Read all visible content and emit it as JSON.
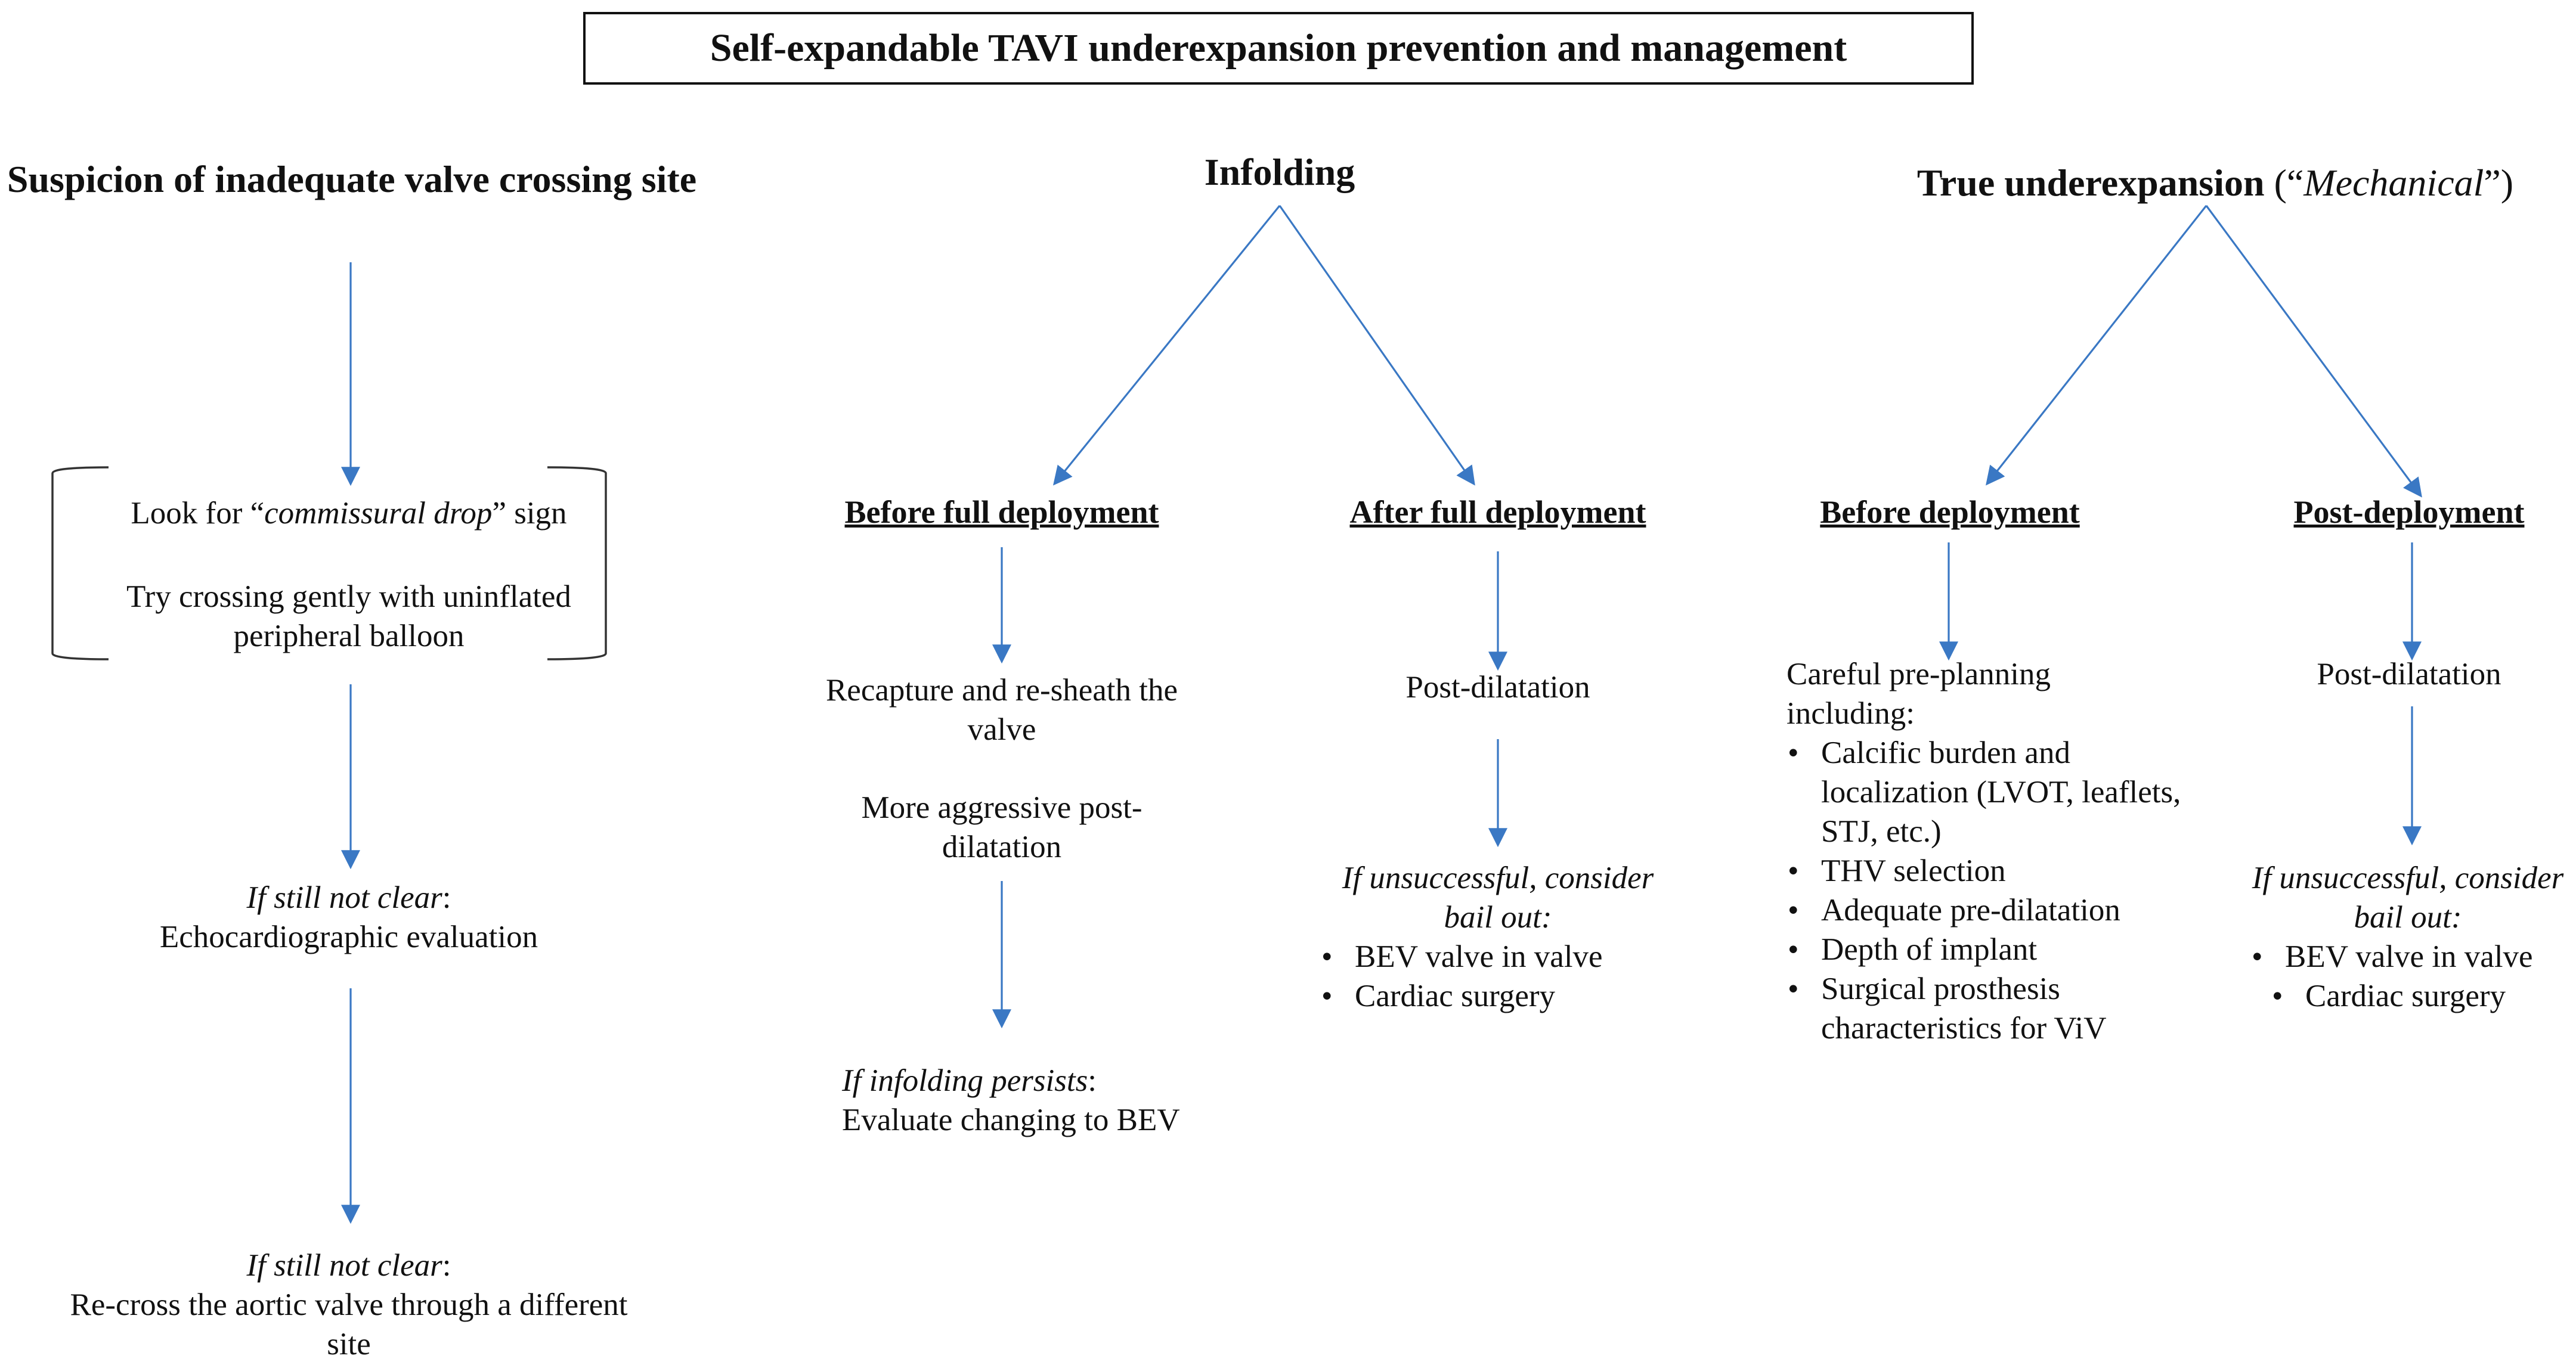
{
  "title": "Self-expandable TAVI underexpansion prevention and management",
  "col1": {
    "header": "Suspicion of inadequate valve crossing site",
    "box_line1_a": "Look for “",
    "box_line1_em": "commissural drop",
    "box_line1_b": "” sign",
    "box_line2": "Try crossing gently with uninflated peripheral balloon",
    "step2_cond": "If still not clear",
    "step2_text": "Echocardiographic evaluation",
    "step3_cond": "If still not clear",
    "step3_text": "Re-cross the aortic valve through a different site"
  },
  "col2": {
    "header": "Infolding",
    "left_sub": "Before full deployment",
    "left_text1": "Recapture and re-sheath the valve",
    "left_text2": "More aggressive post-dilatation",
    "left_cond": "If infolding persists",
    "left_text3": "Evaluate changing to BEV",
    "right_sub": "After full deployment",
    "right_text1": "Post-dilatation",
    "right_cond": "If unsuccessful, consider bail out:",
    "right_bullets": [
      "BEV valve in valve",
      "Cardiac surgery"
    ]
  },
  "col3": {
    "header_bold": "True underexpansion",
    "header_q1": " (“",
    "header_em": "Mechanical",
    "header_q2": "”)",
    "left_sub": "Before deployment",
    "left_intro": "Careful pre-planning including:",
    "left_bullets": [
      "Calcific burden and localization (LVOT, leaflets, STJ, etc.)",
      "THV selection",
      "Adequate pre-dilatation",
      "Depth of implant",
      "Surgical prosthesis characteristics for ViV"
    ],
    "right_sub": "Post-deployment",
    "right_text1": "Post-dilatation",
    "right_cond": "If unsuccessful, consider bail out:",
    "right_bullets": [
      "BEV valve in valve",
      "Cardiac surgery"
    ]
  },
  "colors": {
    "arrow": "#3a78c4",
    "text": "#111111"
  }
}
